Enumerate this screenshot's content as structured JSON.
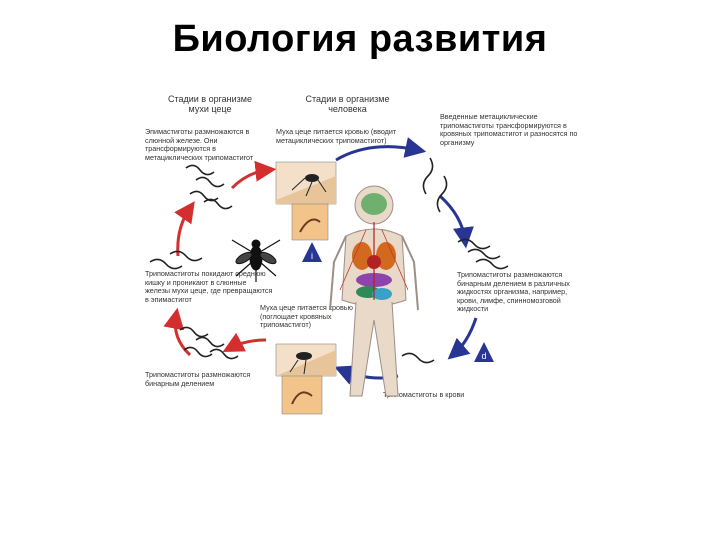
{
  "title": "Биология развития",
  "headers": {
    "fly": "Стадии в организме мухи цеце",
    "human": "Стадии в организме человека"
  },
  "labels": {
    "fly_feeds_blood": "Муха цеце питается кровью (вводит метациклических трипомастигот)",
    "metacyclic_transform": "Введенные метациклические трипомастиготы трансформируются в кровяных трипомастигот и разносятся по организму",
    "trypo_multiply_fluids": "Трипомастиготы размножаются бинарным делением в различных жидкостях организма, например, крови, лимфе, спинномозговой жидкости",
    "trypo_in_blood": "Трипомастиготы в крови",
    "fly_ingests": "Муха цеце питается кровью (поглощает кровяных трипомастигот)",
    "trypo_multiply_binary": "Трипомастиготы размножаются бинарным делением",
    "trypo_leave_midgut": "Трипомастиготы покидают среднюю кишку и проникают в слюнные железы мухи цеце, где превращаются в эпимастигот",
    "epimastigotes": "Эпимастиготы размножаются в слюнной железе. Они трансформируются в метациклических трипомастигот"
  },
  "stage_markers": {
    "infective": "i",
    "diagnostic": "d"
  },
  "colors": {
    "fly_cycle": "#d32f2f",
    "human_cycle": "#283593",
    "marker": "#283593",
    "skin": "#e8c49a"
  }
}
